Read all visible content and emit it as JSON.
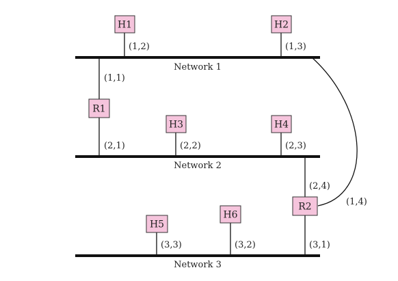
{
  "colors": {
    "node_fill": "#f5c4dc",
    "node_stroke": "#333333",
    "line": "#111111"
  },
  "networks": [
    {
      "id": "n1",
      "label": "Network 1"
    },
    {
      "id": "n2",
      "label": "Network 2"
    },
    {
      "id": "n3",
      "label": "Network 3"
    }
  ],
  "nodes": [
    {
      "id": "h1",
      "label": "H1",
      "type": "host"
    },
    {
      "id": "h2",
      "label": "H2",
      "type": "host"
    },
    {
      "id": "r1",
      "label": "R1",
      "type": "router"
    },
    {
      "id": "h3",
      "label": "H3",
      "type": "host"
    },
    {
      "id": "h4",
      "label": "H4",
      "type": "host"
    },
    {
      "id": "r2",
      "label": "R2",
      "type": "router"
    },
    {
      "id": "h5",
      "label": "H5",
      "type": "host"
    },
    {
      "id": "h6",
      "label": "H6",
      "type": "host"
    }
  ],
  "addresses": [
    {
      "id": "a-h1",
      "text": "(1,2)"
    },
    {
      "id": "a-h2",
      "text": "(1,3)"
    },
    {
      "id": "a-r1-n1",
      "text": "(1,1)"
    },
    {
      "id": "a-r1-n2",
      "text": "(2,1)"
    },
    {
      "id": "a-h3",
      "text": "(2,2)"
    },
    {
      "id": "a-h4",
      "text": "(2,3)"
    },
    {
      "id": "a-r2-n2",
      "text": "(2,4)"
    },
    {
      "id": "a-r2-n1",
      "text": "(1,4)"
    },
    {
      "id": "a-h5",
      "text": "(3,3)"
    },
    {
      "id": "a-h6",
      "text": "(3,2)"
    },
    {
      "id": "a-r2-n3",
      "text": "(3,1)"
    }
  ]
}
